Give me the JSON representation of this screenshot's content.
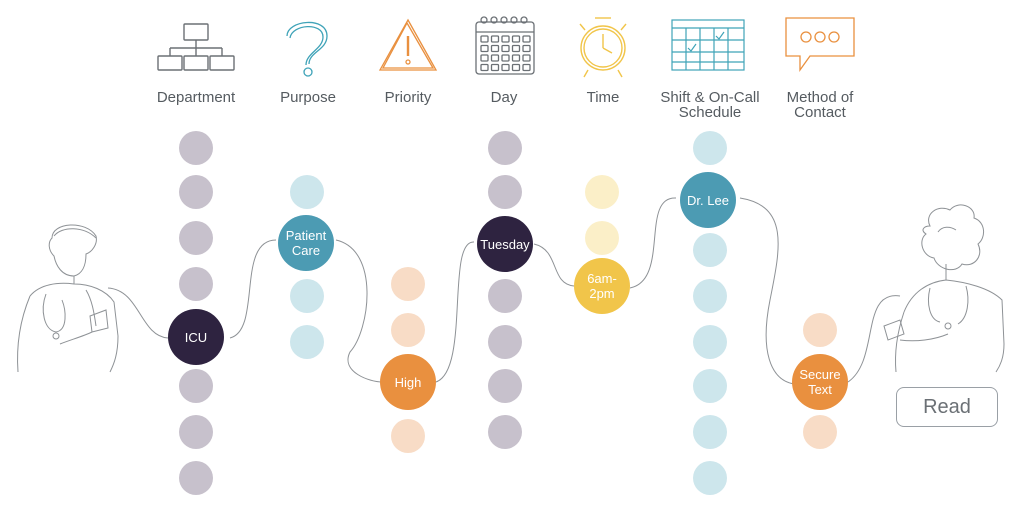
{
  "categories": [
    {
      "id": "department",
      "label": "Department",
      "icon": "org-chart-icon",
      "light_color": "#c7c1cc",
      "selected_color": "#2e2340",
      "selected_text": "ICU"
    },
    {
      "id": "purpose",
      "label": "Purpose",
      "icon": "question-mark-icon",
      "light_color": "#cde6ec",
      "selected_color": "#4c9bb3",
      "selected_text": "Patient\nCare"
    },
    {
      "id": "priority",
      "label": "Priority",
      "icon": "warning-icon",
      "light_color": "#f8dcc6",
      "selected_color": "#e9903f",
      "selected_text": "High"
    },
    {
      "id": "day",
      "label": "Day",
      "icon": "calendar-icon",
      "light_color": "#c7c1cc",
      "selected_color": "#2e2340",
      "selected_text": "Tuesday"
    },
    {
      "id": "time",
      "label": "Time",
      "icon": "alarm-clock-icon",
      "light_color": "#fbefc8",
      "selected_color": "#f1c54a",
      "selected_text": "6am-\n2pm"
    },
    {
      "id": "schedule",
      "label": "Shift & On-Call\nSchedule",
      "icon": "schedule-grid-icon",
      "light_color": "#cde6ec",
      "selected_color": "#4c9bb3",
      "selected_text": "Dr. Lee"
    },
    {
      "id": "contact",
      "label": "Method of\nContact",
      "icon": "chat-bubble-icon",
      "light_color": "#f8dcc6",
      "selected_color": "#e9903f",
      "selected_text": "Secure\nText"
    }
  ],
  "read_label": "Read",
  "colors": {
    "line": "#8e9296",
    "label": "#555b60",
    "icon_gray": "#6b7075",
    "icon_teal": "#3fa3b8",
    "icon_orange": "#e9903f",
    "icon_yellow": "#f1c54a"
  }
}
